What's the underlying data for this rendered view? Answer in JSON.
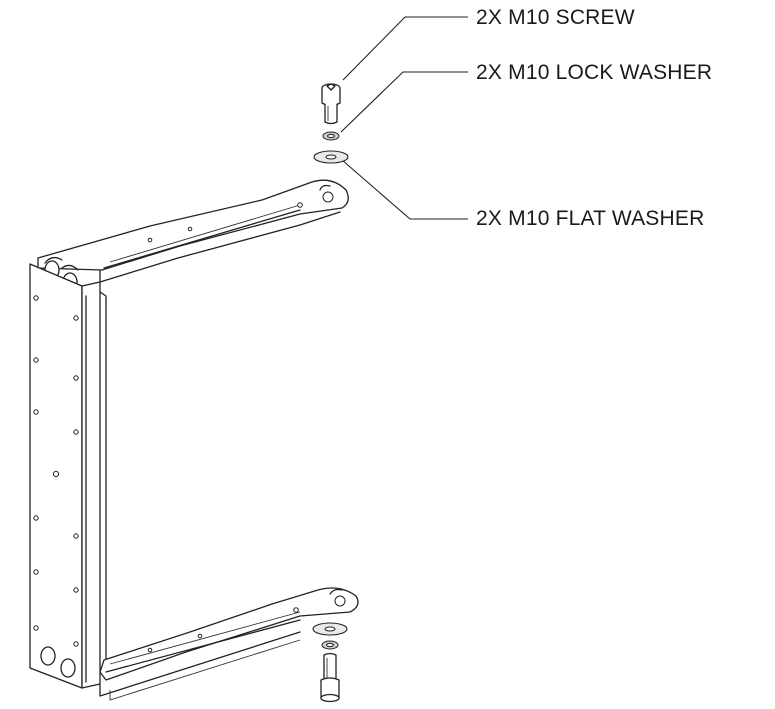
{
  "callouts": {
    "screw": "2X M10 SCREW",
    "lock_washer": "2X M10 LOCK WASHER",
    "flat_washer": "2X M10 FLAT WASHER"
  }
}
